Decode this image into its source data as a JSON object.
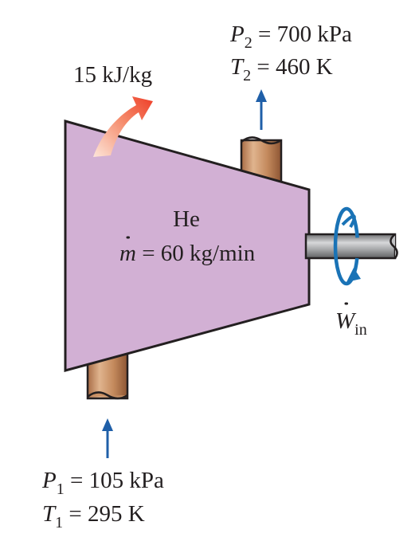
{
  "heat": {
    "label": "15 kJ/kg"
  },
  "exit_state": {
    "p_symbol": "P",
    "p_sub": "2",
    "p_value": " = 700 kPa",
    "t_symbol": "T",
    "t_sub": "2",
    "t_value": " = 460 K"
  },
  "inlet_state": {
    "p_symbol": "P",
    "p_sub": "1",
    "p_value": " = 105 kPa",
    "t_symbol": "T",
    "t_sub": "1",
    "t_value": " = 295 K"
  },
  "compressor": {
    "fluid": "He",
    "mdot_symbol": "m",
    "mdot_value": " = 60 kg/min"
  },
  "work": {
    "symbol": "W",
    "sub": "in"
  },
  "colors": {
    "body_fill": "#d2b0d4",
    "outline": "#231f20",
    "pipe": "#c99165",
    "shaft": "#9a9b9d",
    "flow_arrow": "#1f5fa8",
    "work_arrow": "#1a73b6",
    "heat_arrow_start": "#fde6da",
    "heat_arrow_end": "#ee3d27"
  },
  "icons": {
    "heat": "curved-heat-arrow",
    "work": "rotation-arrow",
    "flow": "up-arrow"
  }
}
